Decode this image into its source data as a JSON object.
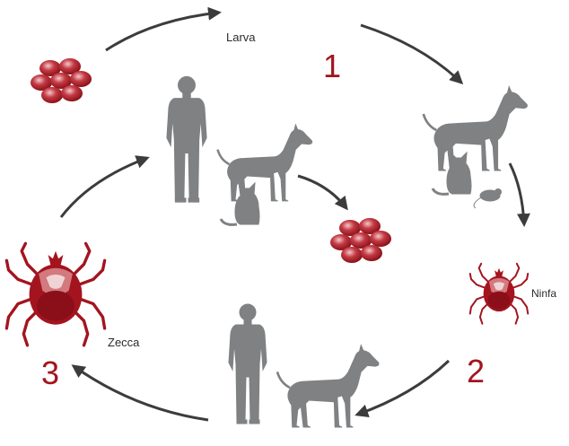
{
  "labels": {
    "larva": "Larva",
    "ninfa": "Ninfa",
    "zecca": "Zecca"
  },
  "steps": {
    "one": "1",
    "two": "2",
    "three": "3"
  },
  "colors": {
    "silhouette": "#7f8183",
    "tick": "#a3141f",
    "tick_light": "#d27a7e",
    "egg": "#b0202b",
    "arrow": "#3c3c3c",
    "step_number": "#a3141f"
  },
  "icons": [
    "man-silhouette",
    "dog-silhouette",
    "cat-silhouette",
    "mouse-silhouette",
    "egg-cluster",
    "tick-adult",
    "tick-nymph",
    "cycle-arrow"
  ]
}
